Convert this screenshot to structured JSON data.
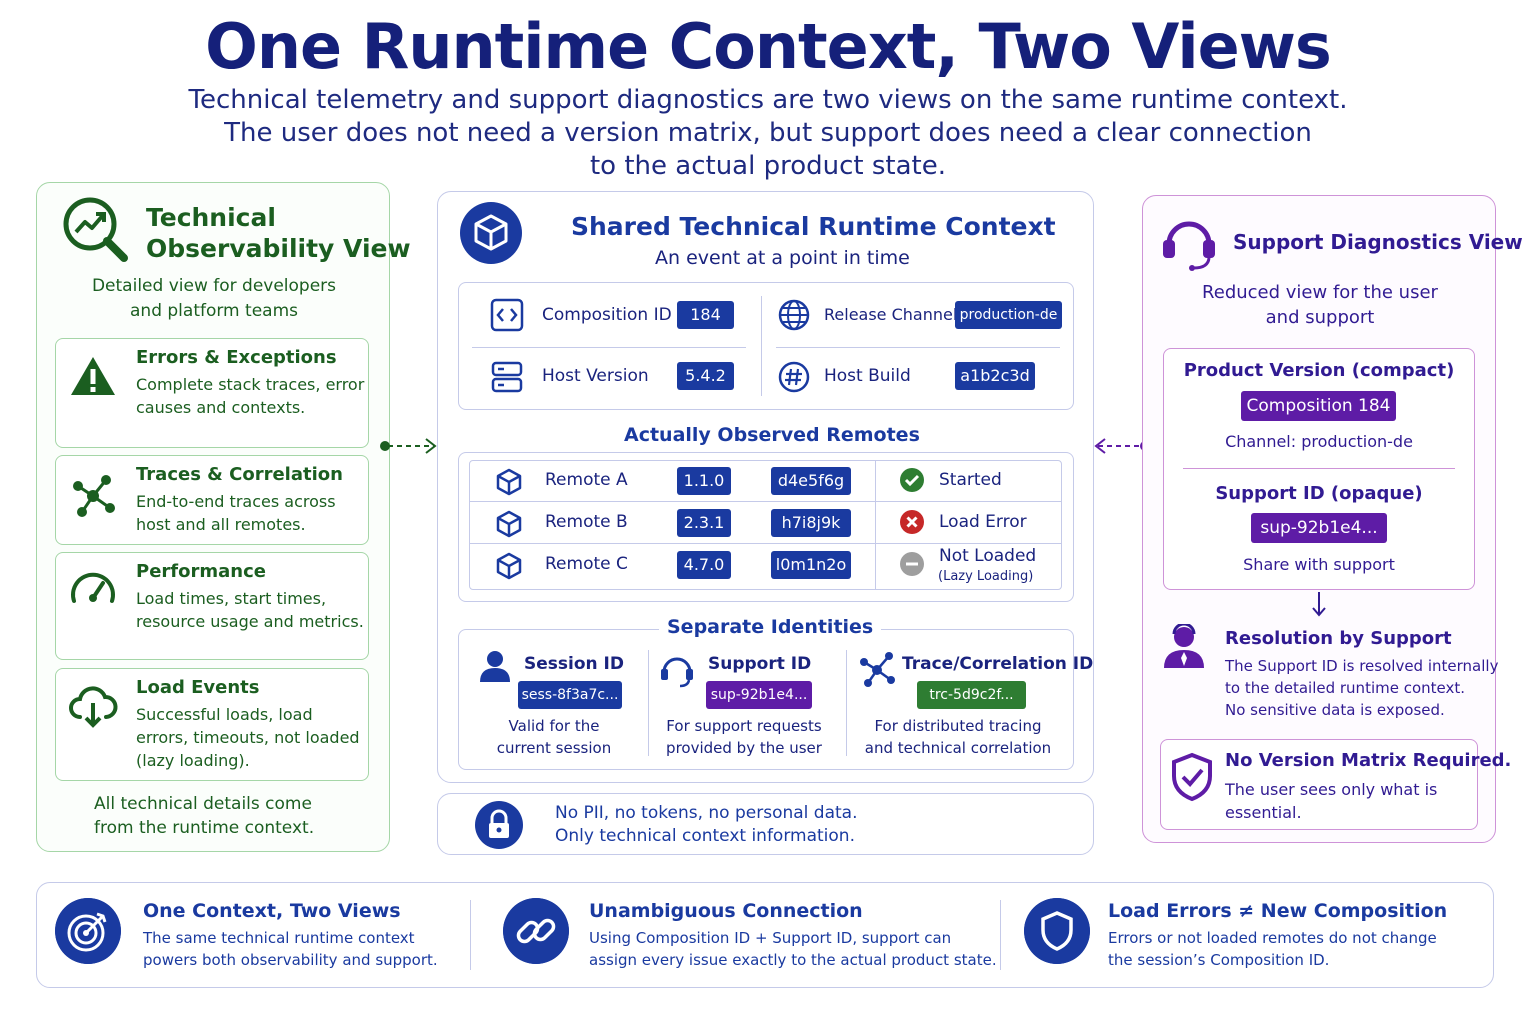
{
  "header": {
    "title": "One Runtime Context, Two Views",
    "subtitle_1": "Technical telemetry and support diagnostics are two views on the same runtime context.",
    "subtitle_2": "The user does not need a version matrix, but support does need a clear connection",
    "subtitle_3": "to the actual product state."
  },
  "left": {
    "title_1": "Technical",
    "title_2": "Observability View",
    "sub_1": "Detailed view for developers",
    "sub_2": "and platform teams",
    "cards": [
      {
        "title": "Errors & Exceptions",
        "text": "Complete stack traces, error causes and contexts.",
        "icon": "warning-icon"
      },
      {
        "title": "Traces & Correlation",
        "text": "End-to-end traces across host and all remotes.",
        "icon": "network-icon"
      },
      {
        "title": "Performance",
        "text": "Load times, start times, resource usage and metrics.",
        "icon": "gauge-icon"
      },
      {
        "title": "Load Events",
        "text": "Successful loads, load errors, timeouts, not loaded (lazy loading).",
        "icon": "cloud-download-icon"
      }
    ],
    "foot_1": "All technical details come",
    "foot_2": "from the runtime context.",
    "color": "#1b5e20"
  },
  "middle": {
    "title": "Shared Technical Runtime Context",
    "subtitle": "An event at a point in time",
    "fields": {
      "composition_label": "Composition ID",
      "composition_value": "184",
      "host_version_label": "Host Version",
      "host_version_value": "5.4.2",
      "release_label": "Release Channel",
      "release_value": "production-de",
      "host_build_label": "Host Build",
      "host_build_value": "a1b2c3d"
    },
    "remotes_head": "Actually Observed Remotes",
    "remotes": [
      {
        "name": "Remote A",
        "version": "1.1.0",
        "hash": "d4e5f6g",
        "status": "Started",
        "status_note": ""
      },
      {
        "name": "Remote B",
        "version": "2.3.1",
        "hash": "h7i8j9k",
        "status": "Load Error",
        "status_note": ""
      },
      {
        "name": "Remote C",
        "version": "4.7.0",
        "hash": "l0m1n2o",
        "status": "Not Loaded",
        "status_note": "(Lazy Loading)"
      }
    ],
    "identities_head": "Separate Identities",
    "identities": [
      {
        "title": "Session ID",
        "value": "sess-8f3a7c...",
        "desc_1": "Valid for the",
        "desc_2": "current session",
        "color": "#1a3aa0"
      },
      {
        "title": "Support ID",
        "value": "sup-92b1e4...",
        "desc_1": "For support requests",
        "desc_2": "provided by the user",
        "color": "#5e1ca6"
      },
      {
        "title": "Trace/Correlation ID",
        "value": "trc-5d9c2f...",
        "desc_1": "For distributed tracing",
        "desc_2": "and technical correlation",
        "color": "#2e7d32"
      }
    ],
    "accent": "#1a3aa0"
  },
  "pii": {
    "line_1": "No PII, no tokens, no personal data.",
    "line_2": "Only technical context information."
  },
  "right": {
    "title": "Support Diagnostics View",
    "sub_1": "Reduced view for the user",
    "sub_2": "and support",
    "product_head": "Product Version (compact)",
    "product_chip": "Composition 184",
    "channel": "Channel: production-de",
    "support_head": "Support ID (opaque)",
    "support_chip": "sup-92b1e4...",
    "share": "Share with support",
    "resolution_title": "Resolution by Support",
    "resolution_1": "The Support ID is resolved internally",
    "resolution_2": "to the detailed runtime context.",
    "resolution_3": "No sensitive data is exposed.",
    "matrix_title": "No Version Matrix Required.",
    "matrix_1": "The user sees only what is",
    "matrix_2": "essential.",
    "color": "#5e1ca6"
  },
  "bottom": [
    {
      "title": "One Context, Two Views",
      "text_1": "The same technical runtime context",
      "text_2": "powers both observability and support.",
      "icon": "target-icon"
    },
    {
      "title": "Unambiguous Connection",
      "text_1": "Using Composition ID + Support ID, support can",
      "text_2": "assign every issue exactly to the actual product state.",
      "icon": "link-icon"
    },
    {
      "title": "Load Errors ≠ New Composition",
      "text_1": "Errors or not loaded remotes do not change",
      "text_2": "the session’s Composition ID.",
      "icon": "shield-icon"
    }
  ]
}
